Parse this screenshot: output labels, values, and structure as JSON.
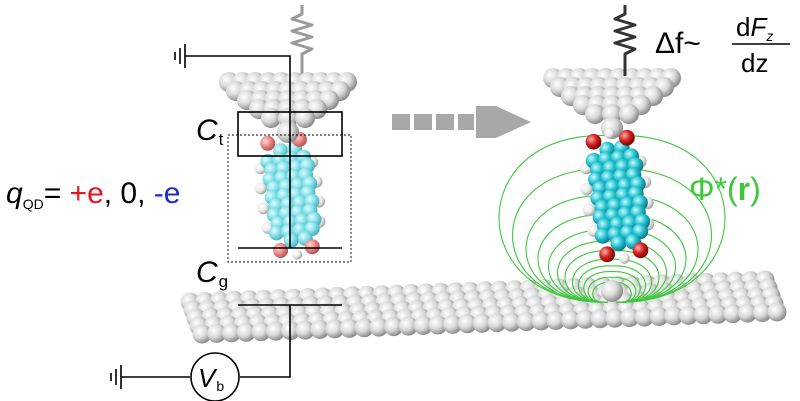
{
  "labels": {
    "ct_main": "C",
    "ct_sub": "t",
    "cg_main": "C",
    "cg_sub": "g",
    "vb_main": "V",
    "vb_sub": "b",
    "q_main": "q",
    "q_sub": "QD",
    "q_eq": "= ",
    "q_plus": "+e",
    "q_sep1": ", 0, ",
    "q_minus": "-e",
    "df_prefix": "Δf~",
    "frac_num_d": "d",
    "frac_num_F": "F",
    "frac_num_sub": "z",
    "frac_den": "dz",
    "phi_pre": "Φ*(",
    "phi_r": "r",
    "phi_post": ")"
  },
  "colors": {
    "plus_charge": "#e8141c",
    "minus_charge": "#1a2bd6",
    "field_lines": "#3cc83c",
    "carbon": "#26c4d2",
    "oxygen": "#d81e1e",
    "hydrogen": "#e6e6e6",
    "metal_atom": "#d6d6d6",
    "spring_left": "#9a9a9a",
    "spring_right": "#333333",
    "arrow": "#a8a8a8"
  },
  "icons": {
    "ground": "ground-symbol-icon",
    "arrow": "transition-arrow-icon"
  }
}
